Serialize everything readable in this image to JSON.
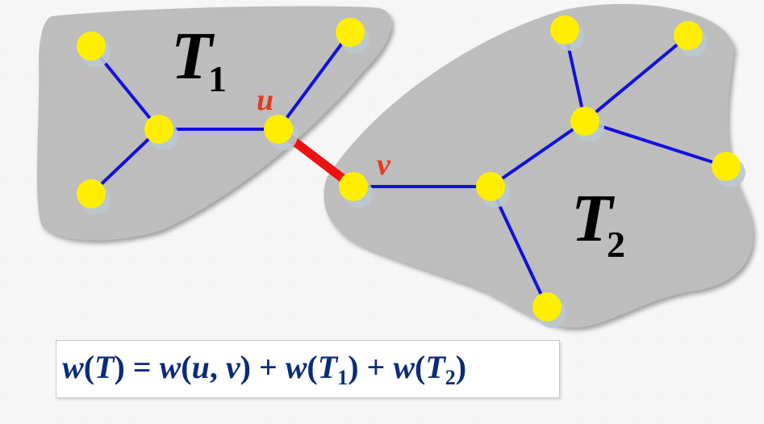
{
  "labels": {
    "t1_main": "T",
    "t1_sub": "1",
    "t2_main": "T",
    "t2_sub": "2",
    "vertex_u": "u",
    "vertex_v": "v"
  },
  "formula": {
    "w1": "w",
    "p1": "(",
    "T": "T",
    "p2": ")",
    "eq": " = ",
    "w2": "w",
    "p3": "(",
    "u": "u",
    "comma": ", ",
    "v": "v",
    "p4": ")",
    "plus1": " + ",
    "w3": "w",
    "p5": "(",
    "T1": "T",
    "sub1": "1",
    "p6": ")",
    "plus2": " + ",
    "w4": "w",
    "p7": "(",
    "T2": "T",
    "sub2": "2",
    "p8": ")"
  },
  "colors": {
    "region_fill": "#bdbdbd",
    "tree_edge": "#1010e0",
    "cut_edge": "#ee1111",
    "node_fill": "#ffee00",
    "vertex_label": "#e8391a",
    "formula_text": "#0a2c78"
  }
}
